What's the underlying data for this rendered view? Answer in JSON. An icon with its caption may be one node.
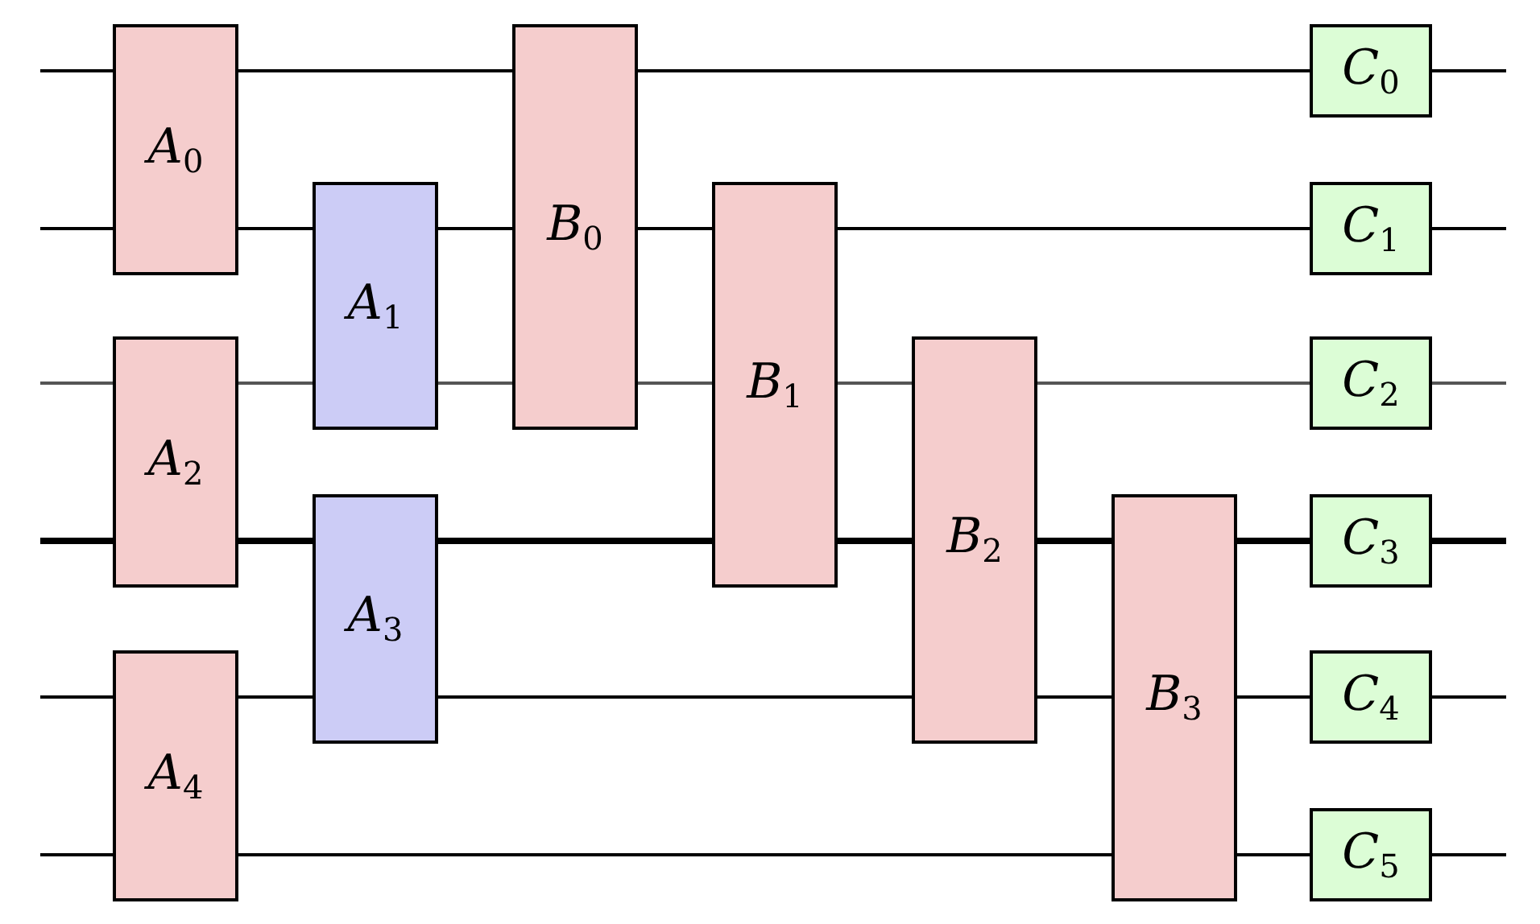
{
  "diagram": {
    "nodes": [
      {
        "text": [
          "A$_{0}$"
        ]
      },
      {
        "text": [
          "A$_{2}$"
        ]
      },
      {
        "text": [
          "A$_{4}$"
        ]
      },
      {
        "text": [
          "A$_{1}$"
        ]
      },
      {
        "text": [
          "A$_{3}$"
        ]
      },
      {
        "text": [
          "B$_{0}$"
        ]
      },
      {
        "text": [
          "B$_{1}$"
        ]
      },
      {
        "text": [
          "B$_{2}$"
        ]
      },
      {
        "text": [
          "B$_{3}$"
        ]
      },
      {
        "text": [
          "C$_{0}$"
        ]
      },
      {
        "text": [
          "C$_{1}$"
        ]
      },
      {
        "text": [
          "C$_{2}$"
        ]
      },
      {
        "text": [
          "C$_{3}$"
        ]
      },
      {
        "text": [
          "C$_{4}$"
        ]
      },
      {
        "text": [
          "C$_{5}$"
        ]
      }
    ],
    "edges": [
      {
        "from": null,
        "to": 0,
        "arrow": "none"
      },
      {
        "from": 0,
        "to": 5,
        "arrow": "none"
      },
      {
        "from": 5,
        "to": 9,
        "arrow": "none"
      },
      {
        "from": 9,
        "to": null,
        "arrow": "none"
      },
      {
        "from": null,
        "to": 0,
        "arrow": "none"
      },
      {
        "from": 0,
        "to": 3,
        "arrow": "none"
      },
      {
        "from": 3,
        "to": 5,
        "arrow": "none"
      },
      {
        "from": 5,
        "to": 6,
        "arrow": "none"
      },
      {
        "from": 6,
        "to": 10,
        "arrow": "none"
      },
      {
        "from": 10,
        "to": null,
        "arrow": "none"
      },
      {
        "from": null,
        "to": 1,
        "arrow": "none",
        "color": "#555555"
      },
      {
        "from": 1,
        "to": 3,
        "arrow": "none",
        "color": "#555555"
      },
      {
        "from": 3,
        "to": 5,
        "arrow": "none",
        "color": "#555555"
      },
      {
        "from": 5,
        "to": 6,
        "arrow": "none",
        "color": "#555555"
      },
      {
        "from": 6,
        "to": 7,
        "arrow": "none",
        "color": "#555555"
      },
      {
        "from": 7,
        "to": 11,
        "arrow": "none",
        "color": "#555555"
      },
      {
        "from": 11,
        "to": null,
        "arrow": "none",
        "color": "#555555"
      },
      {
        "from": null,
        "to": 1,
        "arrow": "none",
        "style": "thick"
      },
      {
        "from": 1,
        "to": 4,
        "arrow": "none",
        "style": "thick"
      },
      {
        "from": 4,
        "to": 6,
        "arrow": "none",
        "style": "thick"
      },
      {
        "from": 6,
        "to": 7,
        "arrow": "none",
        "style": "thick"
      },
      {
        "from": 7,
        "to": 8,
        "arrow": "none",
        "style": "thick"
      },
      {
        "from": 8,
        "to": 12,
        "arrow": "none",
        "style": "thick"
      },
      {
        "from": 12,
        "to": null,
        "arrow": "none",
        "style": "thick"
      },
      {
        "from": null,
        "to": 2,
        "arrow": "none"
      },
      {
        "from": 2,
        "to": 4,
        "arrow": "none"
      },
      {
        "from": 4,
        "to": 7,
        "arrow": "none"
      },
      {
        "from": 7,
        "to": 8,
        "arrow": "none"
      },
      {
        "from": 8,
        "to": 13,
        "arrow": "none"
      },
      {
        "from": 13,
        "to": null,
        "arrow": "none"
      },
      {
        "from": null,
        "to": 2,
        "arrow": "none"
      },
      {
        "from": 2,
        "to": 8,
        "arrow": "none"
      },
      {
        "from": 8,
        "to": 14,
        "arrow": "none"
      },
      {
        "from": 14,
        "to": null,
        "arrow": "none"
      }
    ]
  }
}
